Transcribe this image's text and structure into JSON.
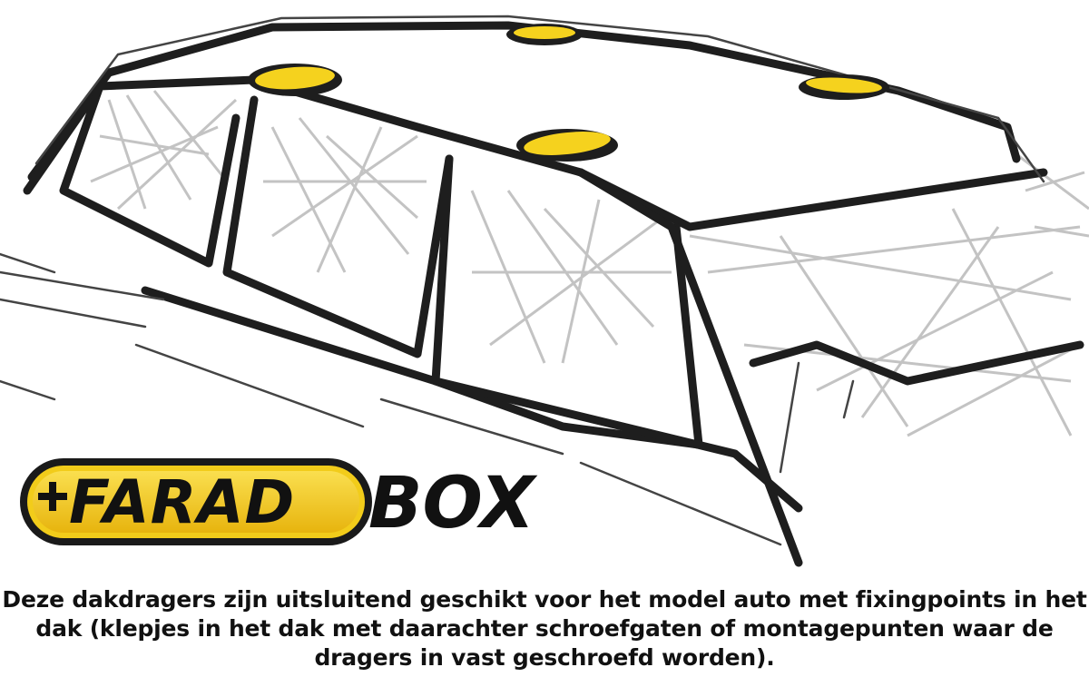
{
  "logo": {
    "brand_part1": "FARAD",
    "brand_part2": "BOX",
    "colors": {
      "yellow": "#f2cc1a",
      "black": "#111111"
    }
  },
  "illustration": {
    "subject": "car-roof-sketch",
    "highlight_color": "#f5d21e",
    "fixing_point_count": 4
  },
  "caption": {
    "line1": "Deze dakdragers zijn uitsluitend geschikt voor het model auto met fixingpoints in het",
    "line2": "dak (klepjes in het dak met daarachter schroefgaten of montagepunten waar de",
    "line3": "dragers in vast geschroefd worden)."
  }
}
